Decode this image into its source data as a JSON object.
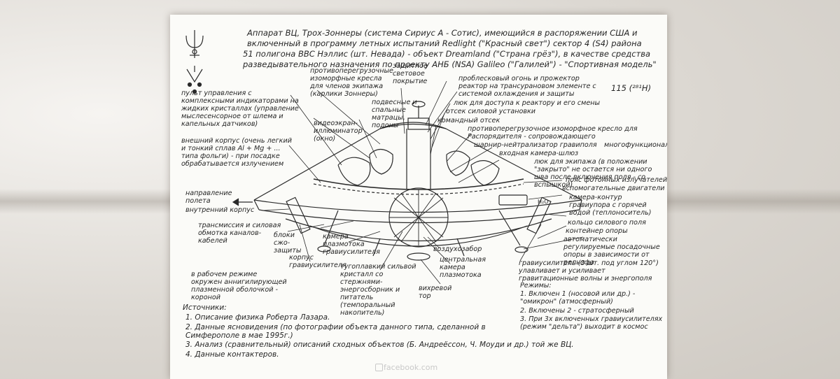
{
  "header": {
    "line1": "Аппарат ВЦ, Трох-Зоннеры (система Сириус А - Сотис), имеющийся в распоряжении США и",
    "line2": "включенный в программу летных испытаний Redlight (\"Красный свет\") сектор 4 (S4) района",
    "line3": "51 полигона ВВС Нэллис (шт. Невада) - объект Dreamland (\"Страна грёз\"), в качестве средства",
    "line4": "разведывательного назначения по проекту АНБ (NSA) Galileo (\"Галилей\") - \"Спортивная модель\""
  },
  "formula": "115 (²⁸¹H)",
  "labels": {
    "seats_crew": "противоперегрузочные изоморфные кресла для членов экипажа (карлики Зоннеры)",
    "light_screen": "защитное световое покрытие",
    "beacon": "проблесковый огонь и прожектор",
    "reactor": "реактор на трансурановом элементе с системой охлаждения и защиты",
    "hatch": "люк для доступа к реактору и его смены",
    "power_bay": "отсек силовой установки",
    "command_bay": "командный отсек",
    "seat_escort": "противоперегрузочное изоморфное кресло для Распорядителя - сопровождающего",
    "gravity_sphere": "шарнир-нейтрализатор гравиполя",
    "multifunction": "многофункциональный",
    "airlock": "входная камера-шлюз",
    "hatch_crew": "люк для экипажа (в положении \"закрыто\" не остается ни одного шва после включения поля - со вспышкой)",
    "photon_belt": "пояс фотонных излучателей",
    "aux_engines": "вспомогательные двигатели",
    "contour_chamber": "камера-контур гравиупора с горячей водой (теплоноситель)",
    "h2o": "H₂O",
    "power_ring": "кольцо силового поля",
    "support_container": "контейнер опоры",
    "auto_regulated": "автоматически регулируемые посадочные опоры в зависимости от рельефа",
    "amplifiers": "гравиусилитель (3 шт. под углом 120°) улавливает и усиливает гравитационные волны и энергополя",
    "modes_title": "Режимы:",
    "mode1": "1. Включен 1 (носовой или др.) - \"омикрон\" (атмосферный)",
    "mode2": "2. Включены 2 - стратосферный",
    "mode3": "3. При 3х включенных гравиусилителях (режим \"дельта\") выходит в космос",
    "control_panel": "пульт управления с комплексными индикаторами на жидких кристаллах (управление мыслесенсорное от шлема и капельных датчиков)",
    "video_screen": "видеоэкран-иллюминатор (окно)",
    "sleep_seats": "подвесные и спальные матрацы, подоны",
    "outer_hull": "внешний корпус (очень легкий и тонкий сплав Al + Mg + ... типа фольги) - при посадке обрабатывается излучением",
    "direction": "направление полета",
    "inner_hull": "внутренний корпус",
    "transmission": "трансмиссия и силовая обмотка каналов-кабелей",
    "blocks": "блоки сжо-защиты",
    "plasma_camera": "камера плазмотока гравиусилителя",
    "air_intake": "воздухозабор",
    "hull_amp": "корпус гравиусилителя",
    "crystal": "тугоплавкий сильвой кристалл со стержнями-энергосборник и питатель (темпоральный накопитель)",
    "central_camera": "центральная камера плазмотока",
    "vortex": "вихревой тор",
    "working_mode": "в рабочем режиме окружен аннигилирующей плазменной оболочкой - короной"
  },
  "sources": {
    "title": "Источники:",
    "items": [
      "1. Описание физика Роберта Лазара.",
      "2. Данные ясновидения (по фотографии объекта данного типа, сделанной в Симферополе в мае 1995г.)",
      "3. Анализ (сравнительный) описаний сходных объектов (Б. Андреёссон, Ч. Моуди и др.) той же ВЦ.",
      "4. Данные контактеров."
    ]
  },
  "watermark": "facebook.com"
}
